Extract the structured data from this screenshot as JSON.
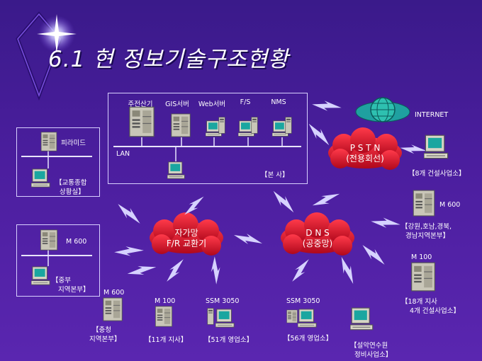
{
  "title": "6.1 현 정보기술구조현황",
  "hq": {
    "servers": [
      "주전산기",
      "GIS서버",
      "Web서버",
      "F/S",
      "NMS"
    ],
    "lan": "LAN",
    "name": "【본 사】"
  },
  "left_top": {
    "server": "피라미드",
    "name_l1": "【교통종합",
    "name_l2": "상황실】"
  },
  "left_mid": {
    "server": "M 600",
    "name_l1": "【중부",
    "name_l2": "지역본부】"
  },
  "clouds": {
    "pstn": {
      "l1": "P S T N",
      "l2": "(전용회선)"
    },
    "fr": {
      "l1": "자가망",
      "l2": "F/R 교환기"
    },
    "dns": {
      "l1": "D N S",
      "l2": "(공중망)"
    }
  },
  "internet": "INTERNET",
  "right": {
    "construction8": "【8개 건설사업소】",
    "m600": "M 600",
    "regional_l1": "【강원,호남,경북,",
    "regional_l2": "경남지역본부】",
    "m100": "M 100",
    "branch18_l1": "【18개 지사",
    "branch18_l2": "4개 건설사업소】"
  },
  "bottom": {
    "m600": "M 600",
    "chungcheong_l1": "【충청",
    "chungcheong_l2": "지역본부】",
    "m100": "M 100",
    "branch11": "【11개 지사】",
    "ssm1": "SSM 3050",
    "sales51": "【51개 영업소】",
    "ssm2": "SSM 3050",
    "sales56": "【56개 영업소】",
    "design_l1": "【설악연수원",
    "design_l2": "정비사업소】"
  },
  "colors": {
    "cloud": "#e0122a",
    "background": "#4b1e9e",
    "lightning": "#d6d2ff"
  }
}
